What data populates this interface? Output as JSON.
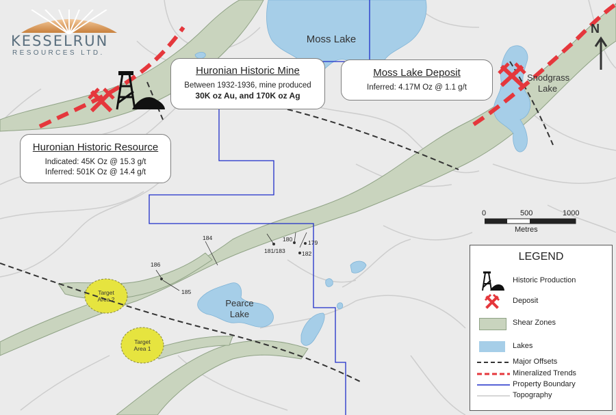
{
  "colors": {
    "background": "#ebebeb",
    "lake": "#a5cee8",
    "shear_zone": "#cbd6c0",
    "mineralized_trend": "#e5373c",
    "property_boundary": "#1e2ec9",
    "major_offset": "#333333",
    "topography": "#c8c8c8",
    "target_area": "#e6e43f"
  },
  "logo": {
    "name": "KESSELRUN",
    "subtitle": "RESOURCES LTD."
  },
  "north_label": "N",
  "lakes": {
    "moss": "Moss Lake",
    "snodgrass": "Snodgrass\nLake",
    "pearce": "Pearce\nLake"
  },
  "callouts": {
    "huronian_mine": {
      "title": "Huronian Historic Mine",
      "line1": "Between 1932-1936, mine produced",
      "line2": "30K oz Au, and 170K oz Ag"
    },
    "moss_lake_deposit": {
      "title": "Moss Lake Deposit",
      "line1": "Inferred: 4.17M Oz @ 1.1 g/t"
    },
    "huronian_resource": {
      "title": "Huronian Historic Resource",
      "line1": "Indicated: 45K Oz @ 15.3 g/t",
      "line2": "Inferred: 501K Oz @ 14.4 g/t"
    }
  },
  "drill_labels": [
    "184",
    "180",
    "179",
    "181/183",
    "182",
    "186",
    "185"
  ],
  "targets": {
    "area2": "Target\nArea 2",
    "area1": "Target\nArea 1"
  },
  "scale_bar": {
    "ticks": [
      "0",
      "500",
      "1000"
    ],
    "unit": "Metres"
  },
  "legend": {
    "title": "LEGEND",
    "items": [
      {
        "label": "Historic Production",
        "icon": "headframe-icon"
      },
      {
        "label": "Deposit",
        "icon": "crossed-hammers-icon"
      },
      {
        "label": "Shear Zones",
        "icon": "shear-swatch"
      },
      {
        "label": "Lakes",
        "icon": "lake-swatch"
      },
      {
        "label": "Major Offsets",
        "icon": "dashed-black-line"
      },
      {
        "label": "Mineralized Trends",
        "icon": "dashed-red-line"
      },
      {
        "label": "Property Boundary",
        "icon": "blue-line"
      },
      {
        "label": "Topography",
        "icon": "grey-line"
      }
    ]
  }
}
